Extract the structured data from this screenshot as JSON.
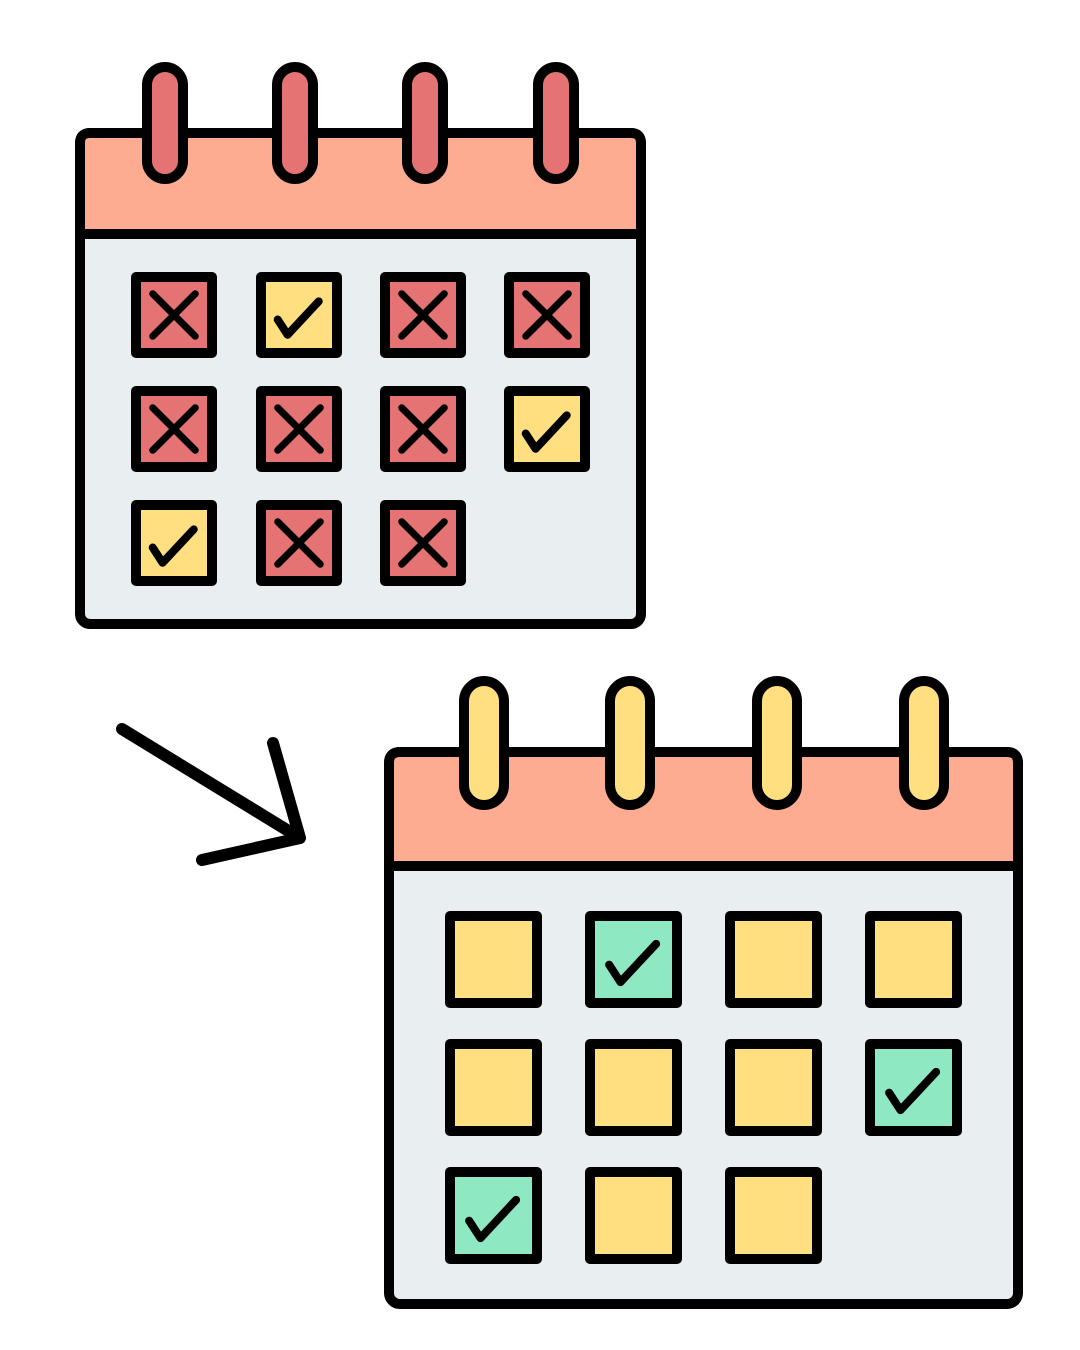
{
  "colors": {
    "outline": "#000000",
    "background": "#ffffff",
    "calendar_body": "#e9eef1",
    "calendar_header": "#fdab91",
    "ring_first": "#e57373",
    "ring_second": "#ffdf80",
    "cell_red": "#e57373",
    "cell_yellow": "#ffdf80",
    "cell_green": "#8ee8c2"
  },
  "calendars": [
    {
      "name": "calendar-before",
      "ring_color": "ring_first",
      "cells": [
        {
          "fill": "cell_red",
          "mark": "cross"
        },
        {
          "fill": "cell_yellow",
          "mark": "check"
        },
        {
          "fill": "cell_red",
          "mark": "cross"
        },
        {
          "fill": "cell_red",
          "mark": "cross"
        },
        {
          "fill": "cell_red",
          "mark": "cross"
        },
        {
          "fill": "cell_red",
          "mark": "cross"
        },
        {
          "fill": "cell_red",
          "mark": "cross"
        },
        {
          "fill": "cell_yellow",
          "mark": "check"
        },
        {
          "fill": "cell_yellow",
          "mark": "check"
        },
        {
          "fill": "cell_red",
          "mark": "cross"
        },
        {
          "fill": "cell_red",
          "mark": "cross"
        }
      ]
    },
    {
      "name": "calendar-after",
      "ring_color": "ring_second",
      "cells": [
        {
          "fill": "cell_yellow",
          "mark": "none"
        },
        {
          "fill": "cell_green",
          "mark": "check"
        },
        {
          "fill": "cell_yellow",
          "mark": "none"
        },
        {
          "fill": "cell_yellow",
          "mark": "none"
        },
        {
          "fill": "cell_yellow",
          "mark": "none"
        },
        {
          "fill": "cell_yellow",
          "mark": "none"
        },
        {
          "fill": "cell_yellow",
          "mark": "none"
        },
        {
          "fill": "cell_green",
          "mark": "check"
        },
        {
          "fill": "cell_green",
          "mark": "check"
        },
        {
          "fill": "cell_yellow",
          "mark": "none"
        },
        {
          "fill": "cell_yellow",
          "mark": "none"
        }
      ]
    }
  ],
  "arrow": {
    "icon": "arrow-down-right-icon"
  }
}
